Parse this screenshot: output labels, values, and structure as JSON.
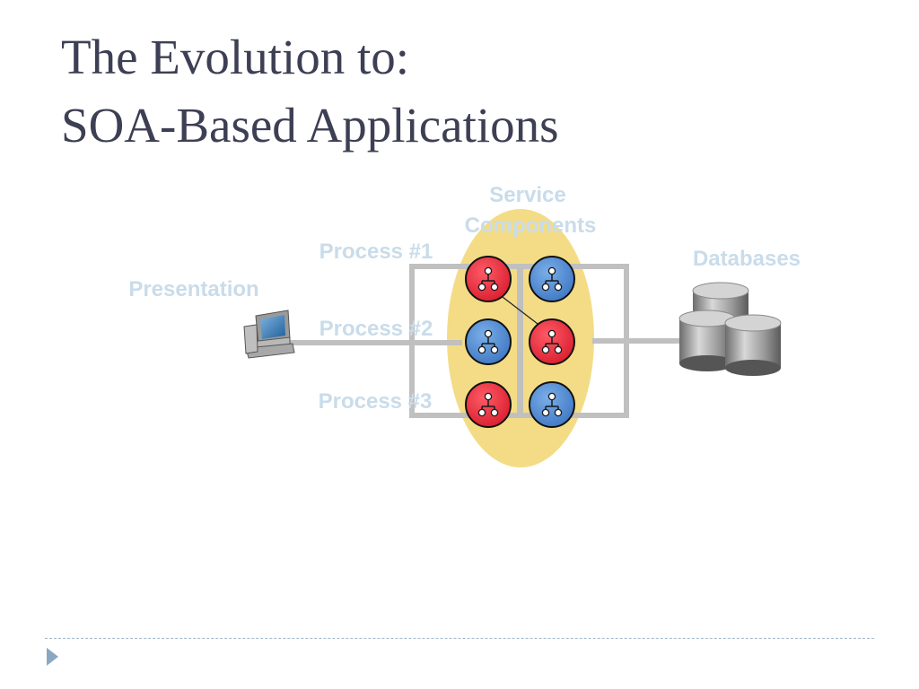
{
  "slide": {
    "title_line1": "The Evolution to:",
    "title_line2": "SOA-Based Applications"
  },
  "diagram": {
    "labels": {
      "presentation": "Presentation",
      "service_line1": "Service",
      "service_line2": "Components",
      "databases": "Databases",
      "process1": "Process #1",
      "process2": "Process #2",
      "process3": "Process #3"
    },
    "components": [
      {
        "row": 1,
        "col": 1,
        "color": "red"
      },
      {
        "row": 1,
        "col": 2,
        "color": "blue"
      },
      {
        "row": 2,
        "col": 1,
        "color": "blue"
      },
      {
        "row": 2,
        "col": 2,
        "color": "red"
      },
      {
        "row": 3,
        "col": 1,
        "color": "red"
      },
      {
        "row": 3,
        "col": 2,
        "color": "blue"
      }
    ],
    "icons": {
      "presentation": "desktop-computer-icon",
      "databases": "database-cylinders-icon",
      "component": "hierarchy-icon"
    },
    "colors": {
      "label": "#c9dcea",
      "oval": "#f3dc85",
      "connector": "#c0c0c0",
      "component_red": "#e8293a",
      "component_blue": "#4a86d0",
      "title": "#3d3f54"
    }
  }
}
